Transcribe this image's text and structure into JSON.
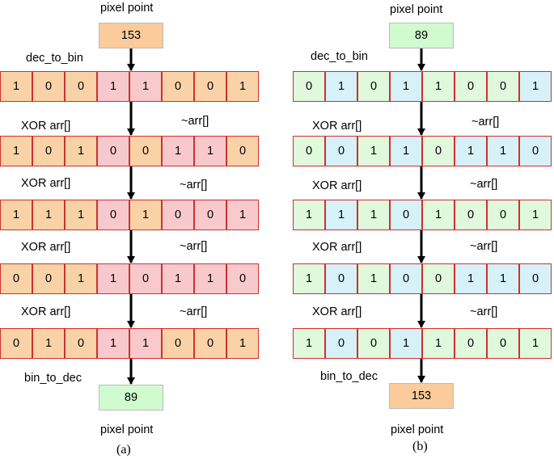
{
  "colors": {
    "orange": "#f9d3a7",
    "pink": "#f8c9cc",
    "green": "#e0f8dc",
    "cyan": "#d6f1f8",
    "green_box": "#cffbcf",
    "orange_box": "#fbcb9c",
    "cell_border": "#d03030"
  },
  "panels": [
    {
      "caption": "(a)",
      "top_label": "pixel point",
      "input_value": "153",
      "input_color": "orange_box",
      "dec_to_bin_label": "dec_to_bin",
      "rows": [
        {
          "bits": [
            "1",
            "0",
            "0",
            "1",
            "1",
            "0",
            "0",
            "1"
          ],
          "colors": [
            "orange",
            "orange",
            "orange",
            "pink",
            "pink",
            "orange",
            "orange",
            "orange"
          ]
        },
        {
          "bits": [
            "1",
            "0",
            "1",
            "0",
            "0",
            "1",
            "1",
            "0"
          ],
          "colors": [
            "orange",
            "orange",
            "orange",
            "pink",
            "orange",
            "pink",
            "pink",
            "orange"
          ]
        },
        {
          "bits": [
            "1",
            "1",
            "1",
            "0",
            "1",
            "0",
            "0",
            "1"
          ],
          "colors": [
            "orange",
            "orange",
            "orange",
            "pink",
            "orange",
            "pink",
            "pink",
            "pink"
          ]
        },
        {
          "bits": [
            "0",
            "0",
            "1",
            "1",
            "0",
            "1",
            "1",
            "0"
          ],
          "colors": [
            "orange",
            "orange",
            "orange",
            "pink",
            "pink",
            "pink",
            "pink",
            "pink"
          ]
        },
        {
          "bits": [
            "0",
            "1",
            "0",
            "1",
            "1",
            "0",
            "0",
            "1"
          ],
          "colors": [
            "orange",
            "orange",
            "orange",
            "pink",
            "pink",
            "orange",
            "orange",
            "orange"
          ]
        }
      ],
      "xor_label": "XOR arr[]",
      "not_label": "~arr[]",
      "bin_to_dec_label": "bin_to_dec",
      "output_value": "89",
      "output_color": "green_box",
      "bottom_label": "pixel point"
    },
    {
      "caption": "(b)",
      "top_label": "pixel point",
      "input_value": "89",
      "input_color": "green_box",
      "dec_to_bin_label": "dec_to_bin",
      "rows": [
        {
          "bits": [
            "0",
            "1",
            "0",
            "1",
            "1",
            "0",
            "0",
            "1"
          ],
          "colors": [
            "green",
            "cyan",
            "green",
            "cyan",
            "green",
            "green",
            "green",
            "cyan"
          ]
        },
        {
          "bits": [
            "0",
            "0",
            "1",
            "1",
            "0",
            "1",
            "1",
            "0"
          ],
          "colors": [
            "green",
            "cyan",
            "green",
            "cyan",
            "green",
            "cyan",
            "cyan",
            "cyan"
          ]
        },
        {
          "bits": [
            "1",
            "1",
            "1",
            "0",
            "1",
            "0",
            "0",
            "1"
          ],
          "colors": [
            "green",
            "cyan",
            "green",
            "cyan",
            "green",
            "green",
            "green",
            "green"
          ]
        },
        {
          "bits": [
            "1",
            "0",
            "1",
            "0",
            "0",
            "1",
            "1",
            "0"
          ],
          "colors": [
            "green",
            "cyan",
            "green",
            "cyan",
            "green",
            "cyan",
            "cyan",
            "cyan"
          ]
        },
        {
          "bits": [
            "1",
            "0",
            "0",
            "1",
            "1",
            "0",
            "0",
            "1"
          ],
          "colors": [
            "green",
            "cyan",
            "green",
            "cyan",
            "green",
            "green",
            "green",
            "green"
          ]
        }
      ],
      "xor_label": "XOR arr[]",
      "not_label": "~arr[]",
      "bin_to_dec_label": "bin_to_dec",
      "output_value": "153",
      "output_color": "orange_box",
      "bottom_label": "pixel point"
    }
  ]
}
